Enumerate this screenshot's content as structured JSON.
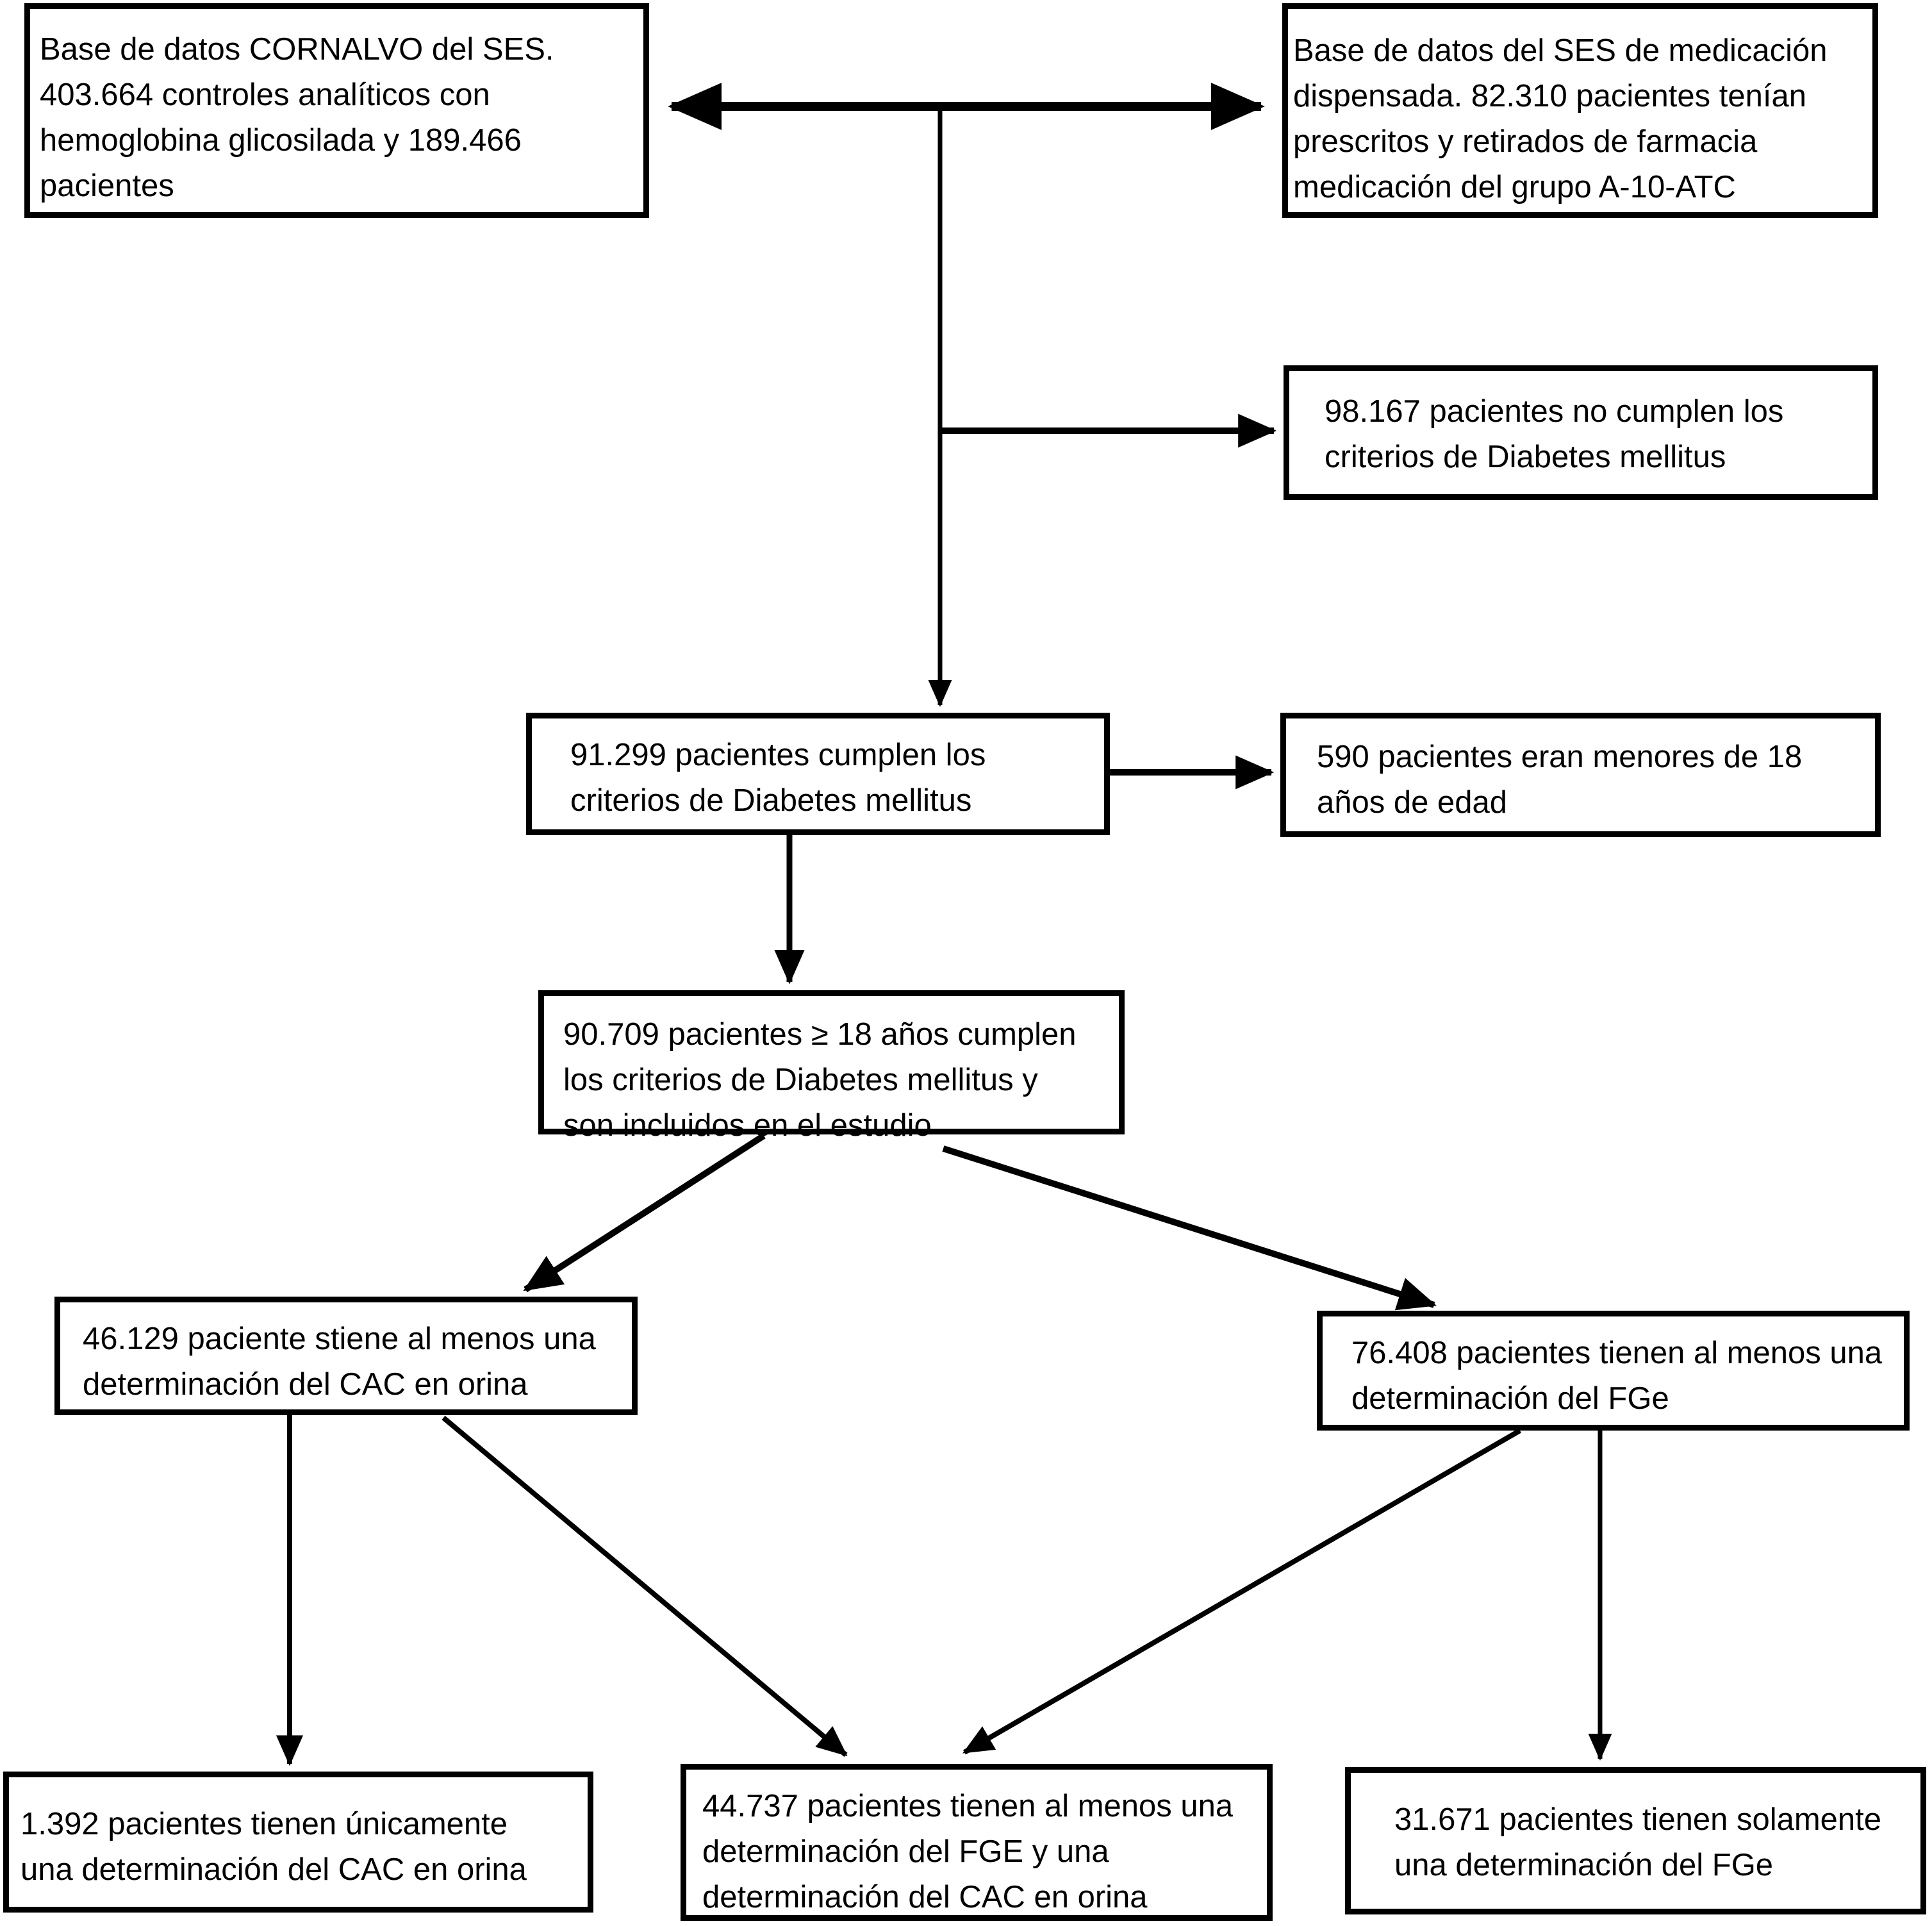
{
  "diagram": {
    "colors": {
      "line": "#000000",
      "background": "#ffffff",
      "text": "#000000"
    },
    "boxes": [
      {
        "id": "cornalvo-database",
        "lines": [
          "Base de datos CORNALVO del SES.",
          "403.664 controles analíticos con",
          "hemoglobina glicosilada y 189.466",
          "pacientes"
        ]
      },
      {
        "id": "ses-medication-database",
        "lines": [
          "Base de datos del SES de medicación",
          "dispensada. 82.310 pacientes tenían",
          "prescritos y retirados de farmacia",
          "medicación del grupo A-10-ATC"
        ]
      },
      {
        "id": "not-meeting-dm-criteria",
        "lines": [
          "98.167 pacientes no cumplen los",
          "criterios de Diabetes mellitus"
        ]
      },
      {
        "id": "meeting-dm-criteria",
        "lines": [
          "91.299 pacientes cumplen los",
          "criterios de Diabetes mellitus"
        ]
      },
      {
        "id": "under-18",
        "lines": [
          "590 pacientes eran menores de 18",
          "años de edad"
        ]
      },
      {
        "id": "included-in-study",
        "lines": [
          "90.709 pacientes ≥ 18 años cumplen",
          "los criterios de Diabetes mellitus y",
          "son incluidos en el estudio"
        ]
      },
      {
        "id": "cac-determination",
        "lines": [
          "46.129 paciente stiene al menos una",
          "determinación del CAC en orina"
        ]
      },
      {
        "id": "fge-determination",
        "lines": [
          "76.408 pacientes tienen al menos una",
          "determinación del FGe"
        ]
      },
      {
        "id": "only-cac",
        "lines": [
          "1.392 pacientes tienen únicamente",
          "una determinación del CAC en orina"
        ]
      },
      {
        "id": "fge-and-cac",
        "lines": [
          "44.737 pacientes tienen al menos una",
          "determinación del FGE y una",
          "determinación del CAC en orina"
        ]
      },
      {
        "id": "only-fge",
        "lines": [
          "31.671 pacientes tienen solamente",
          "una determinación del FGe"
        ]
      }
    ]
  }
}
